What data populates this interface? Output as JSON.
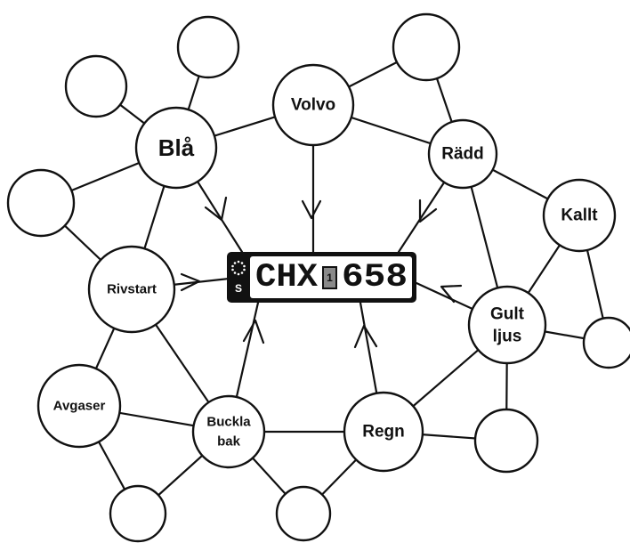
{
  "nodes": {
    "bla": "Blå",
    "volvo": "Volvo",
    "radd": "Rädd",
    "kallt": "Kallt",
    "rivstart": "Rivstart",
    "gult_ljus": [
      "Gult",
      "ljus"
    ],
    "avgaser": "Avgaser",
    "buckla_bak": [
      "Buckla",
      "bak"
    ],
    "regn": "Regn"
  },
  "license_plate": {
    "country_code": "S",
    "letters": "CHX",
    "tax_badge": "1",
    "digits": "658"
  },
  "colors": {
    "stroke": "#111111",
    "background": "#ffffff",
    "plate_border": "#111111",
    "eu_band": "#111111"
  }
}
